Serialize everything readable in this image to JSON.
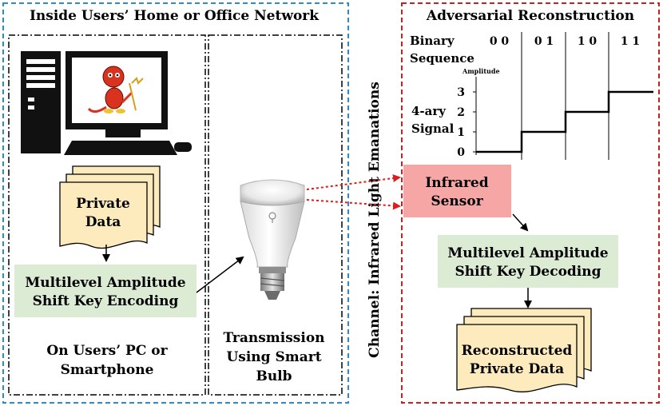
{
  "home_network": {
    "title": "Inside Users’ Home or Office Network",
    "pc_section_label": [
      "On Users’ PC or",
      "Smartphone"
    ],
    "bulb_section_label": [
      "Transmission",
      "Using Smart",
      "Bulb"
    ],
    "private_data": [
      "Private",
      "Data"
    ],
    "encoding_box": [
      "Multilevel Amplitude",
      "Shift Key Encoding"
    ]
  },
  "channel_label": "Channel: Infrared Light Emanations",
  "adversary": {
    "title": "Adversarial Reconstruction",
    "binary_label": [
      "Binary",
      "Sequence"
    ],
    "binary_symbols": [
      "0 0",
      "0 1",
      "1 0",
      "1 1"
    ],
    "signal_label": [
      "4-ary",
      "Signal"
    ],
    "amplitude_label": "Amplitude",
    "amplitude_ticks": [
      "0",
      "1",
      "2",
      "3"
    ],
    "signal_levels": [
      0,
      1,
      2,
      3
    ],
    "sensor_box": [
      "Infrared",
      "Sensor"
    ],
    "decoding_box": [
      "Multilevel Amplitude",
      "Shift Key Decoding"
    ],
    "reconstructed_data": [
      "Reconstructed",
      "Private Data"
    ]
  },
  "colors": {
    "home_border": "#2e8bc9",
    "adversary_border": "#cc1f1f",
    "document_fill": "#fdebbd",
    "encode_box_fill": "#dcebd4",
    "sensor_fill": "#f7a6a6",
    "ir_arrow": "#e01b1b"
  },
  "icons": [
    "desktop-computer-icon",
    "bsd-daemon-mascot-icon",
    "smart-bulb-icon"
  ]
}
